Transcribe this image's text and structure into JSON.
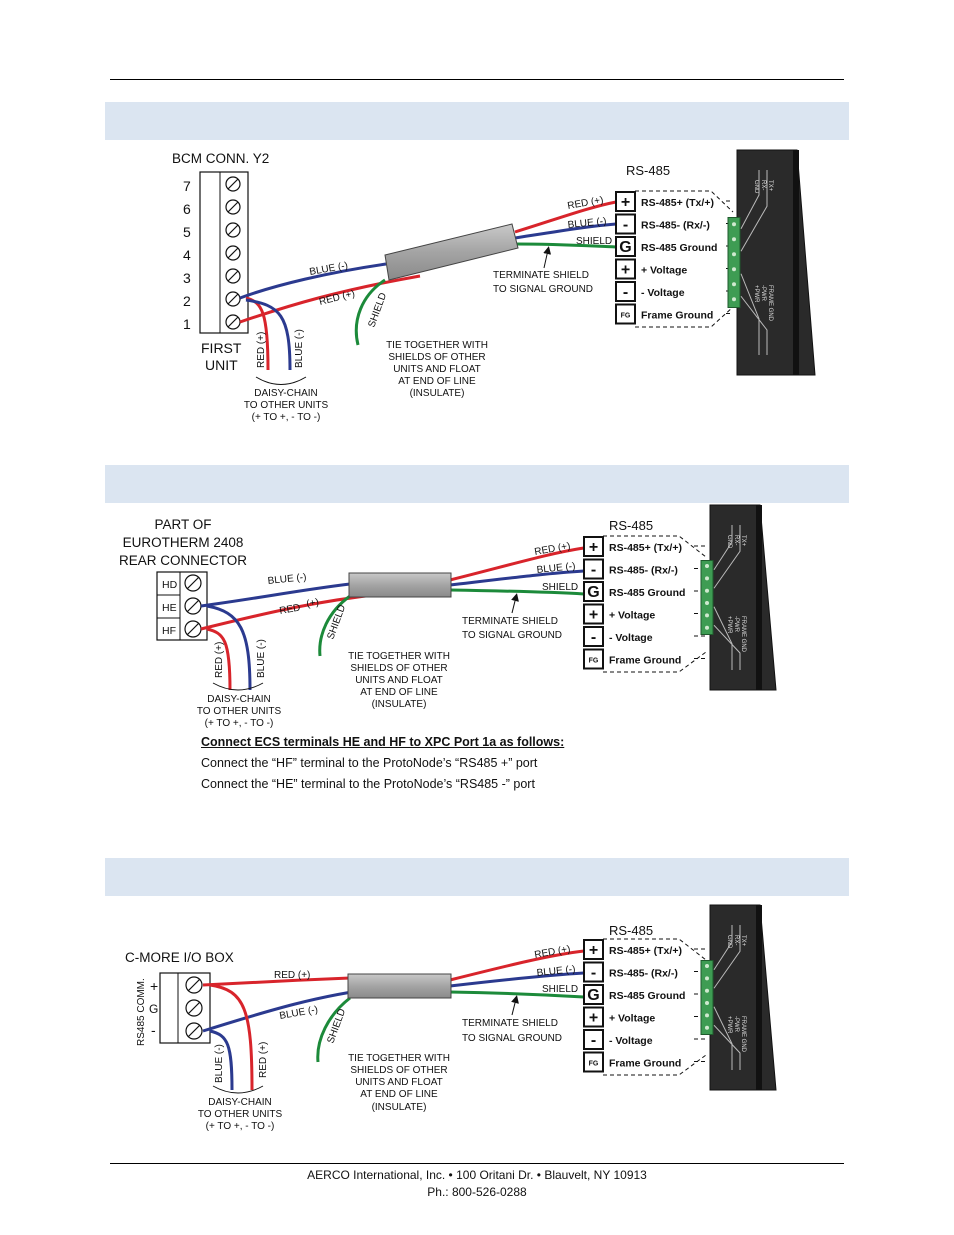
{
  "colors": {
    "red": "#d8242b",
    "blue": "#2b3a8f",
    "green": "#1c8a3a",
    "band": "#dbe5f1"
  },
  "diagram1": {
    "title": "BCM CONN. Y2",
    "pins": [
      "7",
      "6",
      "5",
      "4",
      "3",
      "2",
      "1"
    ],
    "unit_label_1": "FIRST",
    "unit_label_2": "UNIT",
    "wire_red": "RED (+)",
    "wire_blue": "BLUE (-)",
    "drop_red": "RED (+)",
    "drop_blue": "BLUE (-)",
    "daisy_1": "DAISY-CHAIN",
    "daisy_2": "TO OTHER UNITS",
    "daisy_3": "(+ TO +, - TO -)",
    "right_red": "RED (+)",
    "right_blue": "BLUE (-)",
    "right_shield": "SHIELD",
    "shield_label": "SHIELD",
    "tie_1": "TIE TOGETHER WITH",
    "tie_2": "SHIELDS OF OTHER",
    "tie_3": "UNITS AND FLOAT",
    "tie_4": "AT END OF LINE",
    "tie_5": "(INSULATE)",
    "term_1": "TERMINATE SHIELD",
    "term_2": "TO SIGNAL GROUND",
    "rs485": "RS-485"
  },
  "diagram2": {
    "title_1": "PART OF",
    "title_2": "EUROTHERM 2408",
    "title_3": "REAR CONNECTOR",
    "terminals": [
      "HD",
      "HE",
      "HF"
    ],
    "wire_blue": "BLUE (-)",
    "wire_red": "RED",
    "wire_red_sign": "(+)",
    "drop_red": "RED (+)",
    "drop_blue": "BLUE (-)",
    "daisy_1": "DAISY-CHAIN",
    "daisy_2": "TO OTHER UNITS",
    "daisy_3": "(+ TO +, - TO -)",
    "right_red": "RED (+)",
    "right_blue": "BLUE (-)",
    "right_shield": "SHIELD",
    "shield_label": "SHIELD",
    "tie_1": "TIE TOGETHER WITH",
    "tie_2": "SHIELDS OF OTHER",
    "tie_3": "UNITS AND FLOAT",
    "tie_4": "AT END OF LINE",
    "tie_5": "(INSULATE)",
    "term_1": "TERMINATE SHIELD",
    "term_2": "TO SIGNAL GROUND",
    "rs485": "RS-485"
  },
  "diagram3": {
    "title": "C-MORE I/O BOX",
    "comm_label": "RS485 COMM.",
    "signs": [
      "+",
      "G",
      "-"
    ],
    "wire_red": "RED (+)",
    "wire_blue": "BLUE (-)",
    "drop_blue": "BLUE (-)",
    "drop_red": "RED (+)",
    "daisy_1": "DAISY-CHAIN",
    "daisy_2": "TO OTHER UNITS",
    "daisy_3": "(+ TO +, - TO -)",
    "right_red": "RED (+)",
    "right_blue": "BLUE (-)",
    "right_shield": "SHIELD",
    "shield_label": "SHIELD",
    "tie_1": "TIE TOGETHER WITH",
    "tie_2": "SHIELDS OF OTHER",
    "tie_3": "UNITS AND FLOAT",
    "tie_4": "AT END OF LINE",
    "tie_5": "(INSULATE)",
    "term_1": "TERMINATE SHIELD",
    "term_2": "TO SIGNAL GROUND",
    "rs485": "RS-485"
  },
  "rs485_terminals": [
    {
      "symbol": "+",
      "label": "RS-485+ (Tx/+)"
    },
    {
      "symbol": "-",
      "label": "RS-485-  (Rx/-)"
    },
    {
      "symbol": "G",
      "label": "RS-485 Ground"
    },
    {
      "symbol": "+",
      "label": "+ Voltage"
    },
    {
      "symbol": "-",
      "label": "- Voltage"
    },
    {
      "symbol": "FG",
      "label": "Frame Ground"
    }
  ],
  "device_pins": [
    "GND",
    "RX-",
    "TX+"
  ],
  "device_pins_2": [
    "+PWR",
    "-PWR",
    "FRAME GND"
  ],
  "note": {
    "heading": "Connect ECS terminals HE and HF to XPC Port 1a as follows:",
    "line1": "Connect the “HF” terminal to the ProtoNode’s “RS485 +” port",
    "line2": "Connect the “HE” terminal to the ProtoNode’s “RS485 -” port"
  },
  "footer": {
    "line1": "AERCO International, Inc. • 100 Oritani Dr. •  Blauvelt, NY 10913",
    "line2": "Ph.: 800-526-0288"
  }
}
